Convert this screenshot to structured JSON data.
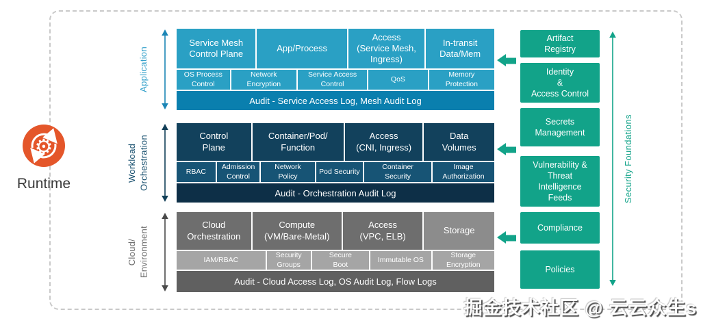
{
  "runtime": {
    "label": "Runtime"
  },
  "layers": [
    {
      "label": "Application",
      "big": [
        "Service Mesh\nControl Plane",
        "App/Process",
        "Access\n(Service Mesh,\nIngress)",
        "In-transit\nData/Mem"
      ],
      "small": [
        "OS Process\nControl",
        "Network\nEncryption",
        "Service Access\nControl",
        "QoS",
        "Memory\nProtection"
      ],
      "audit": "Audit - Service Access Log, Mesh Audit Log"
    },
    {
      "label": "Workload\nOrchestration",
      "big": [
        "Control\nPlane",
        "Container/Pod/\nFunction",
        "Access\n(CNI, Ingress)",
        "Data\nVolumes"
      ],
      "small": [
        "RBAC",
        "Admission\nControl",
        "Network\nPolicy",
        "Pod Security",
        "Container\nSecurity",
        "Image\nAuthorization"
      ],
      "audit": "Audit - Orchestration Audit Log"
    },
    {
      "label": "Cloud/\nEnvironment",
      "big": [
        "Cloud\nOrchestration",
        "Compute\n(VM/Bare-Metal)",
        "Access\n(VPC, ELB)",
        "Storage"
      ],
      "small": [
        "IAM/RBAC",
        "Security\nGroups",
        "Secure\nBoot",
        "Immutable OS",
        "Storage\nEncryption"
      ],
      "audit": "Audit - Cloud Access Log, OS Audit Log, Flow Logs"
    }
  ],
  "security_foundations": {
    "label": "Security Foundations",
    "boxes": [
      "Artifact\nRegistry",
      "Identity\n&\nAccess Control",
      "Secrets\nManagement",
      "Vulnerability &\nThreat\nIntelligence\nFeeds",
      "Compliance",
      "Policies"
    ]
  },
  "watermark": {
    "text": "掘金技术社区 @ 云云众生s"
  },
  "colors": {
    "application_cell": "#2AA0C4",
    "application_audit": "#0A7FAE",
    "workload_big": "#12415C",
    "workload_small": "#175475",
    "workload_audit": "#0D2F47",
    "cloud_big": "#6E6E6E",
    "cloud_storage": "#8C8C8C",
    "cloud_small": "#A5A5A5",
    "cloud_audit": "#606060",
    "security_green": "#12A389",
    "runtime_orange": "#E4562A",
    "application_label": "#2F9EC9",
    "workload_label": "#174F6E",
    "cloud_label": "#6E6E6E"
  }
}
